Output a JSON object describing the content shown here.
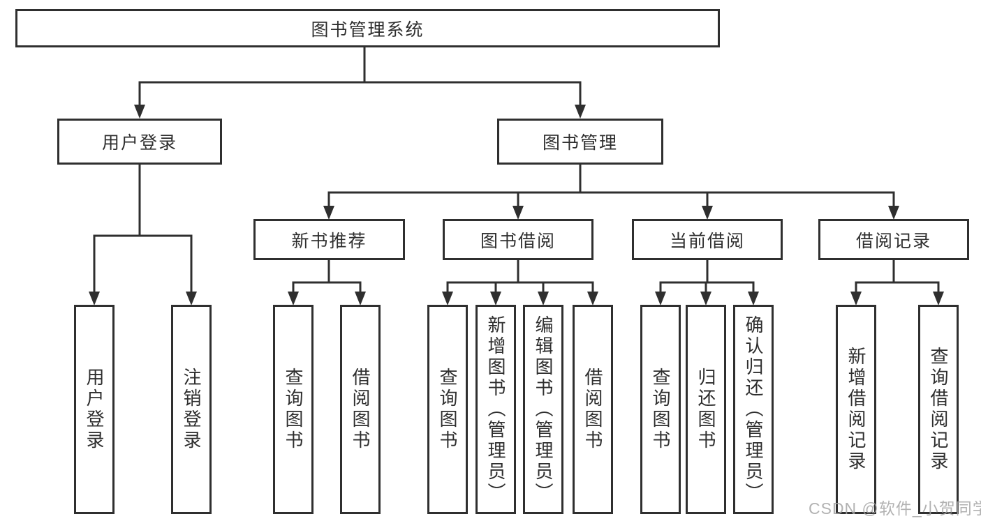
{
  "tree": {
    "label": "图书管理系统",
    "children": [
      {
        "label": "用户登录",
        "children": [
          {
            "label": "用户登录"
          },
          {
            "label": "注销登录"
          }
        ]
      },
      {
        "label": "图书管理",
        "children": [
          {
            "label": "新书推荐",
            "children": [
              {
                "label": "查询图书"
              },
              {
                "label": "借阅图书"
              }
            ]
          },
          {
            "label": "图书借阅",
            "children": [
              {
                "label": "查询图书"
              },
              {
                "label": "新增图书（管理员）"
              },
              {
                "label": "编辑图书（管理员）"
              },
              {
                "label": "借阅图书"
              }
            ]
          },
          {
            "label": "当前借阅",
            "children": [
              {
                "label": "查询图书"
              },
              {
                "label": "归还图书"
              },
              {
                "label": "确认归还（管理员）"
              }
            ]
          },
          {
            "label": "借阅记录",
            "children": [
              {
                "label": "新增借阅记录"
              },
              {
                "label": "查询借阅记录"
              }
            ]
          }
        ]
      }
    ]
  },
  "watermark": {
    "text": "CSDN @软件_小贺同学"
  },
  "colors": {
    "line": "#2f2f2f",
    "box_fill": "#ffffff",
    "text": "#2e2e2e",
    "watermark": "#a5a5a5",
    "background": "#ffffff"
  }
}
